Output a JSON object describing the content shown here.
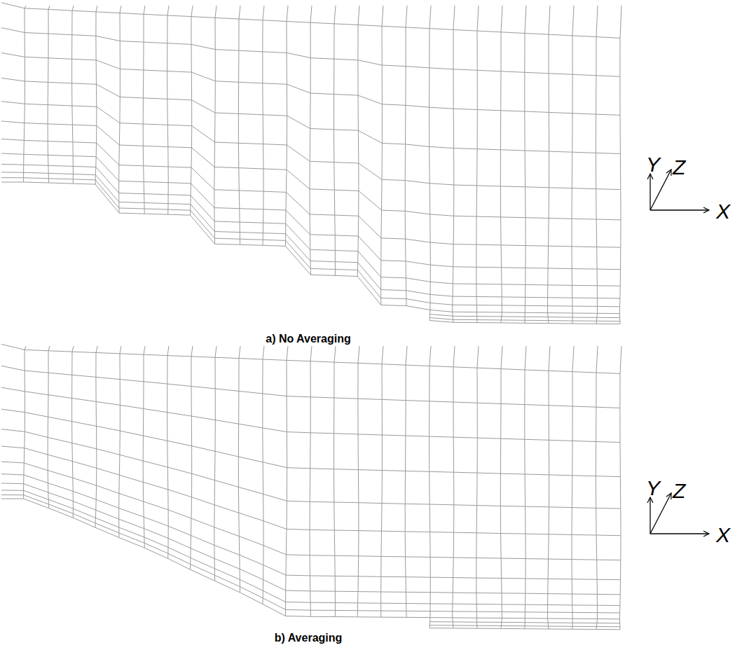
{
  "diagram": {
    "labels": [
      "Y",
      "Z",
      "X",
      "a) No Averaging",
      "Y",
      "Z",
      "X",
      "b) Averaging"
    ]
  }
}
